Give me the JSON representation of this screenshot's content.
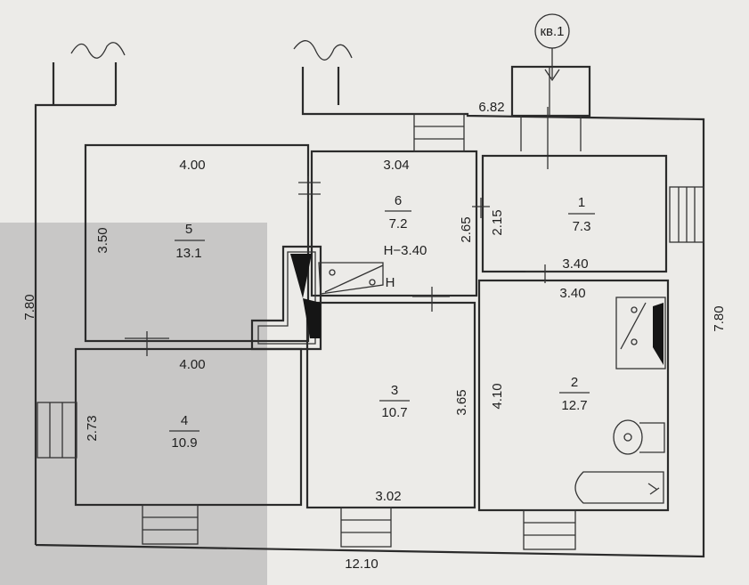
{
  "dims": {
    "total_width": "12.10",
    "total_height_left": "7.80",
    "total_height_right": "7.80",
    "entrance_width": "6.82",
    "room5_width": "4.00",
    "room5_height": "3.50",
    "room4_width": "4.00",
    "room4_height": "2.73",
    "room6_width": "3.04",
    "room6_height": "2.65",
    "room1_height": "2.15",
    "room1_width": "3.40",
    "room2_width": "3.40",
    "room2_height": "4.10",
    "room3_height": "3.65",
    "room3_width": "3.02",
    "ceiling_height": "H−3.40",
    "stove_mark": "H"
  },
  "rooms": [
    {
      "num": "5",
      "area": "13.1"
    },
    {
      "num": "6",
      "area": "7.2"
    },
    {
      "num": "1",
      "area": "7.3"
    },
    {
      "num": "4",
      "area": "10.9"
    },
    {
      "num": "3",
      "area": "10.7"
    },
    {
      "num": "2",
      "area": "12.7"
    }
  ],
  "apartment_tag": "кв.1"
}
